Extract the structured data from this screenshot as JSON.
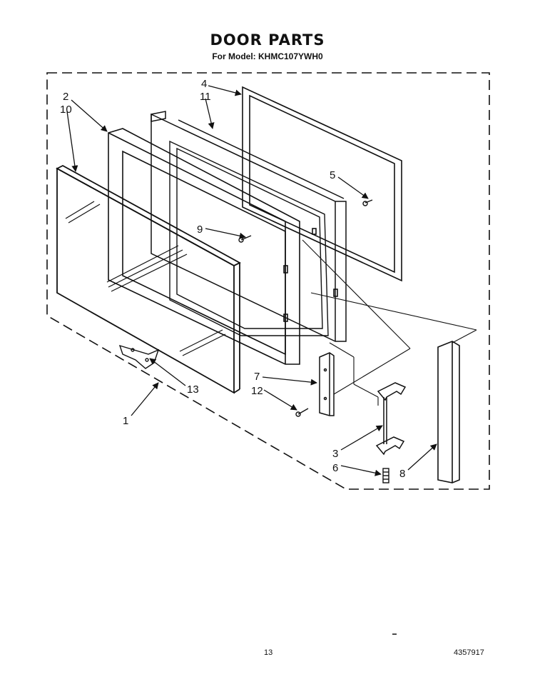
{
  "header": {
    "title": "DOOR PARTS",
    "subtitle": "For Model: KHMC107YWH0"
  },
  "callouts": {
    "c1": "1",
    "c2": "2",
    "c3": "3",
    "c4": "4",
    "c5": "5",
    "c6": "6",
    "c7": "7",
    "c8": "8",
    "c9": "9",
    "c10": "10",
    "c11": "11",
    "c12": "12",
    "c13": "13"
  },
  "footer": {
    "page_number": "13",
    "document_number": "4357917"
  }
}
